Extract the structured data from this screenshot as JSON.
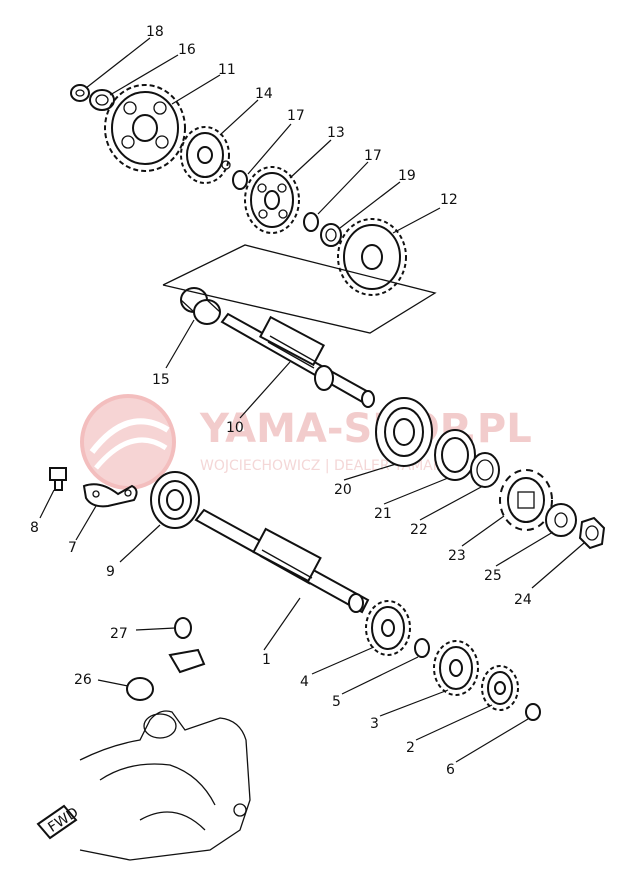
{
  "watermark": {
    "brand": "YAMA-SHOP.PL",
    "tagline": "WOJCIECHOWICZ | DEALER YAMAHA",
    "colors": {
      "logo": "#f2b8b8",
      "text": "#f1c7c7"
    }
  },
  "frame_marking": "FWD",
  "part_labels": {
    "p1": "1",
    "p2": "2",
    "p3": "3",
    "p4": "4",
    "p5": "5",
    "p6": "6",
    "p7": "7",
    "p8": "8",
    "p9": "9",
    "p10": "10",
    "p11": "11",
    "p12": "12",
    "p13": "13",
    "p14": "14",
    "p15": "15",
    "p16": "16",
    "p17a": "17",
    "p17b": "17",
    "p18": "18",
    "p19": "19",
    "p20": "20",
    "p21": "21",
    "p22": "22",
    "p23": "23",
    "p24": "24",
    "p25": "25",
    "p26": "26",
    "p27": "27"
  },
  "colors": {
    "line": "#111111",
    "background": "#ffffff"
  }
}
